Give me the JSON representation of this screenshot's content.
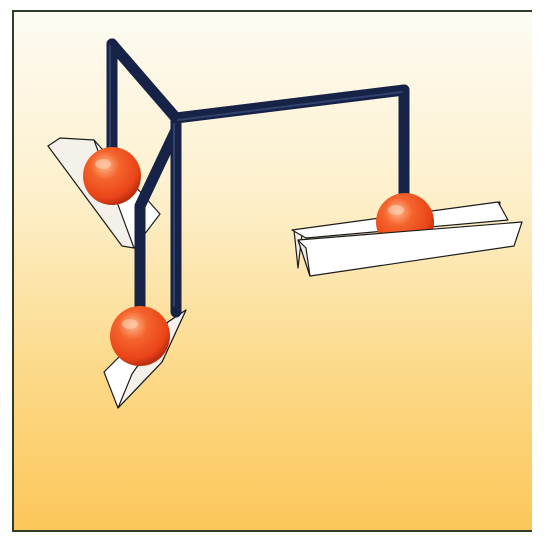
{
  "figure": {
    "colors": {
      "background_top": "#fdfbf3",
      "background_bottom": "#fcc75a",
      "frame": "#2f3e2c",
      "rod": "#172346",
      "ball": "#ea4418",
      "ball_highlight": "#ffb98f",
      "ball_shadow": "#b72c0c",
      "tray_fill": "#ffffff",
      "tray_stroke": "#1c1c1c"
    },
    "components": {
      "balls": [
        "upper-left-ball",
        "lower-left-ball",
        "right-ball"
      ],
      "trays": [
        "upper-left-tray",
        "lower-left-tray",
        "right-tray"
      ],
      "rods": [
        "back-rod",
        "vertical-rod",
        "lower-rod",
        "horizontal-rod",
        "right-drop-rod"
      ]
    }
  }
}
